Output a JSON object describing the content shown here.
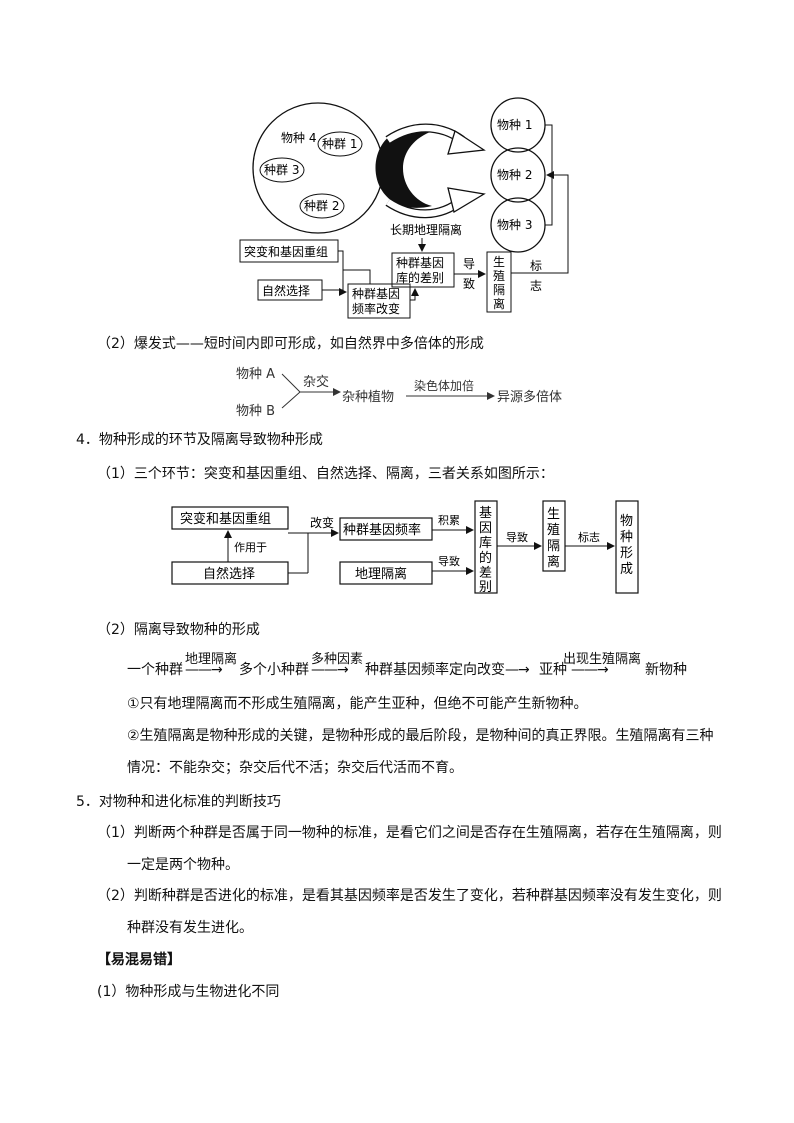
{
  "fig1": {
    "species4": "物种 4",
    "pop1": "种群 1",
    "pop2": "种群 2",
    "pop3": "种群 3",
    "geo_isolation": "长期地理隔离",
    "sp1": "物种 1",
    "sp2": "物种 2",
    "sp3": "物种 3",
    "mutation": "突变和基因重组",
    "selection": "自然选择",
    "pool_diff": [
      "种群基因",
      "库的差别"
    ],
    "freq_change": [
      "种群基因",
      "频率改变"
    ],
    "cause": [
      "导",
      "致"
    ],
    "repro_iso": [
      "生",
      "殖",
      "隔",
      "离"
    ],
    "marker": [
      "标",
      "志"
    ]
  },
  "section3_2": "（2）爆发式——短时间内即可形成，如自然界中多倍体的形成",
  "fig2": {
    "speciesA": "物种 A",
    "speciesB": "物种 B",
    "cross": "杂交",
    "hybrid": "杂种植物",
    "doubling": "染色体加倍",
    "result": "异源多倍体"
  },
  "section4": {
    "title": "4．物种形成的环节及隔离导致物种形成",
    "p1": "（1）三个环节：突变和基因重组、自然选择、隔离，三者关系如图所示：",
    "p2": "（2）隔离导致物种的形成",
    "chain": {
      "a": "一个种群",
      "l1": "地理隔离",
      "b": "多个小种群",
      "l2": "多种因素",
      "c": "种群基因频率定向改变",
      "d": "亚种",
      "l3": "出现生殖隔离",
      "e": "新物种"
    },
    "note1": "①只有地理隔离而不形成生殖隔离，能产生亚种，但绝不可能产生新物种。",
    "note2a": "②生殖隔离是物种形成的关键，是物种形成的最后阶段，是物种间的真正界限。生殖隔离有三种",
    "note2b": "情况：不能杂交；杂交后代不活；杂交后代活而不育。"
  },
  "fig3": {
    "mutation": "突变和基因重组",
    "acts_on": "作用于",
    "selection": "自然选择",
    "change": "改变",
    "freq": "种群基因频率",
    "accumulate": "积累",
    "geo": "地理隔离",
    "cause1": "导致",
    "pool_diff": [
      "基",
      "因",
      "库",
      "的",
      "差",
      "别"
    ],
    "cause2": "导致",
    "repro_iso": [
      "生",
      "殖",
      "隔",
      "离"
    ],
    "marker": "标志",
    "new_species": [
      "物",
      "种",
      "形",
      "成"
    ]
  },
  "section5": {
    "title": "5．对物种和进化标准的判断技巧",
    "p1a": "（1）判断两个种群是否属于同一物种的标准，是看它们之间是否存在生殖隔离，若存在生殖隔离，则",
    "p1b": "一定是两个物种。",
    "p2a": "（2）判断种群是否进化的标准，是看其基因频率是否发生了变化，若种群基因频率没有发生变化，则",
    "p2b": "种群没有发生进化。",
    "confusing": "【易混易错】",
    "last": "(1）物种形成与生物进化不同"
  }
}
